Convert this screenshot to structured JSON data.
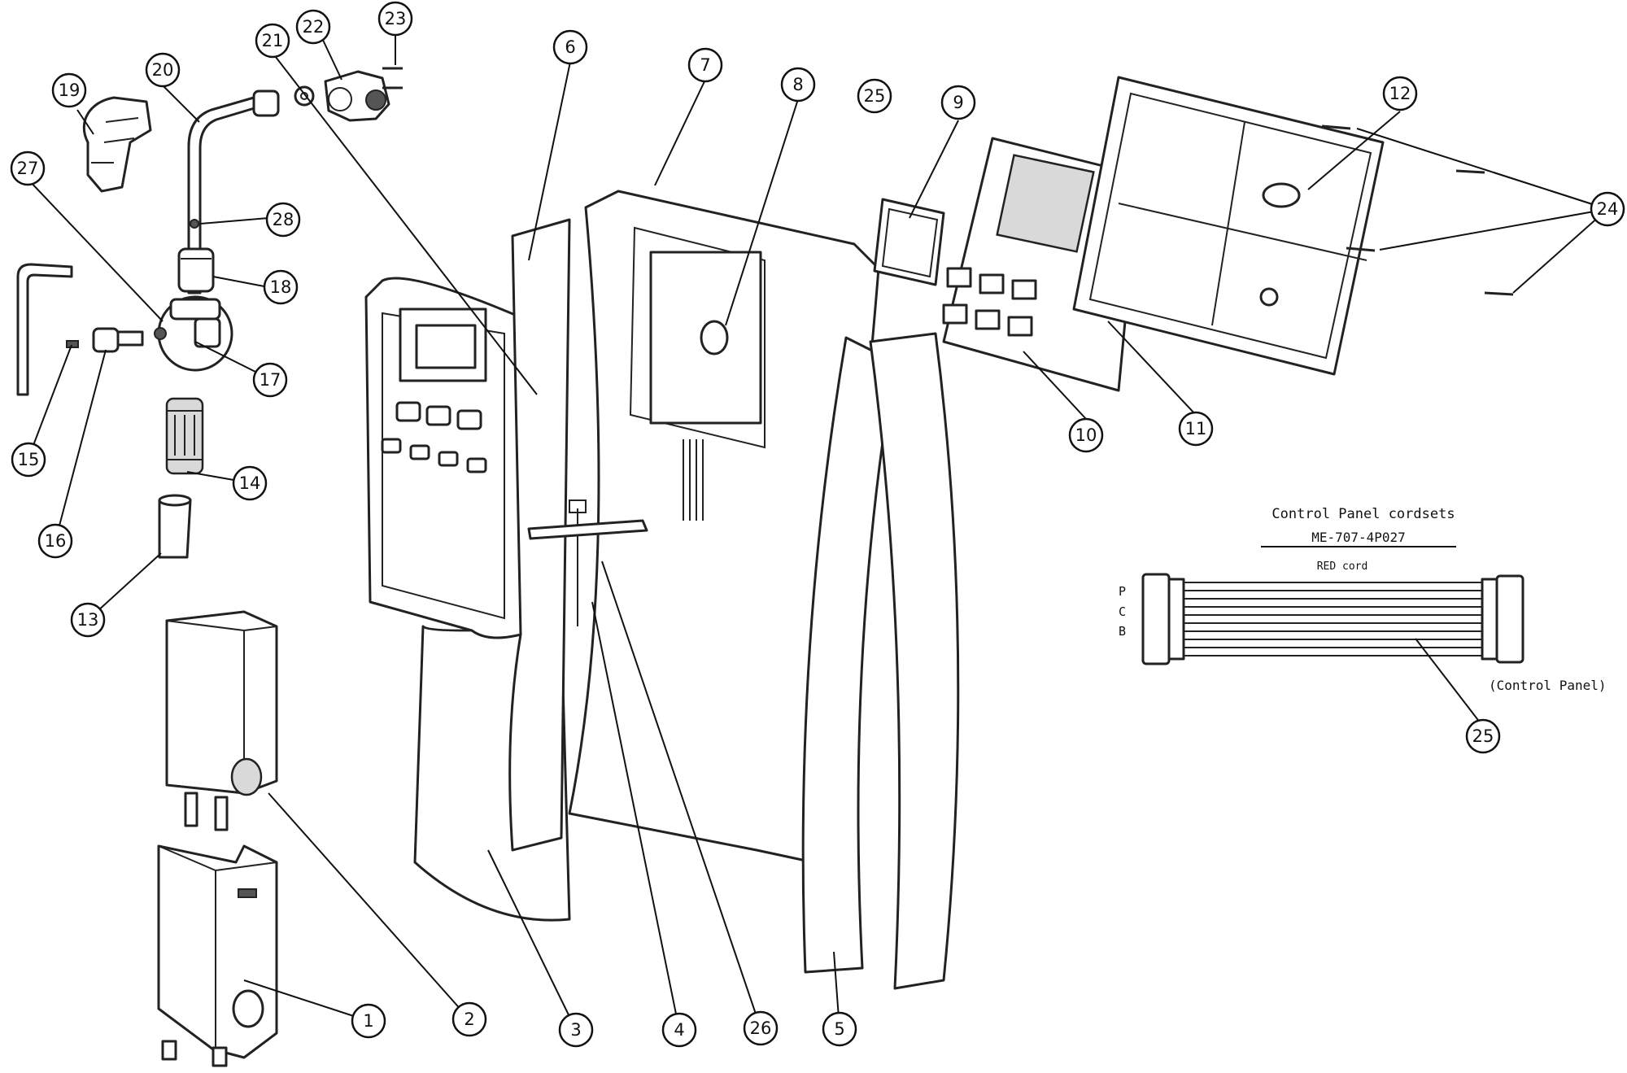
{
  "callouts": [
    "1",
    "2",
    "3",
    "4",
    "5",
    "6",
    "7",
    "8",
    "9",
    "10",
    "11",
    "12",
    "13",
    "14",
    "15",
    "16",
    "17",
    "18",
    "19",
    "20",
    "21",
    "22",
    "23",
    "24",
    "25",
    "26",
    "27",
    "28"
  ],
  "cordset": {
    "title": "Control Panel cordsets",
    "part_number": "ME-707-4P027",
    "cord_label": "RED cord",
    "pins": [
      "P",
      "C",
      "B"
    ],
    "end_label": "(Control Panel)"
  }
}
